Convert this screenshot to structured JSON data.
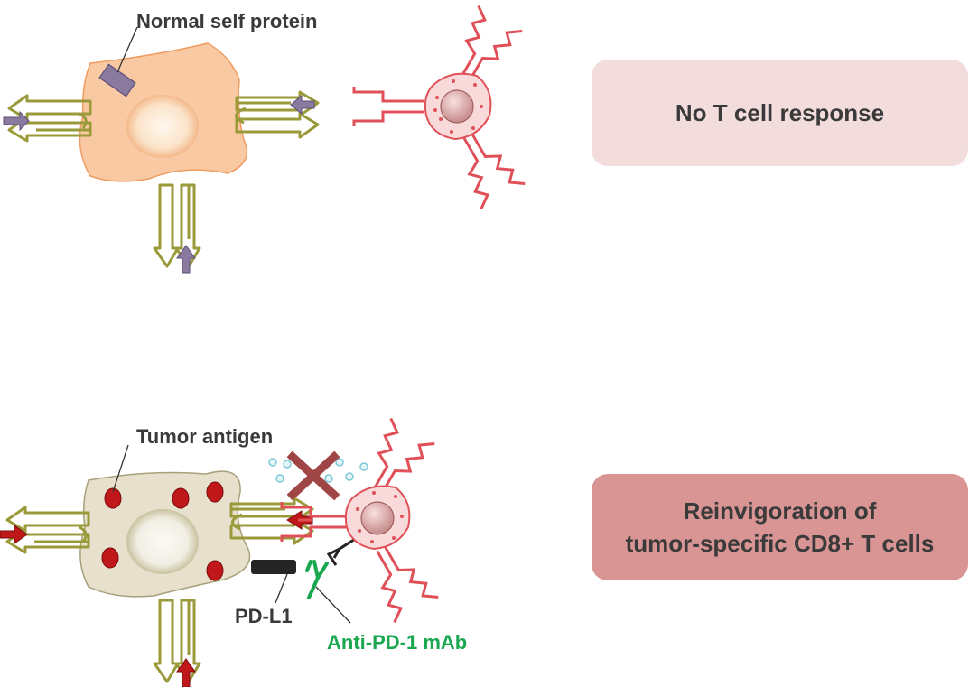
{
  "labels": {
    "normal_self_protein": "Normal self protein",
    "tumor_antigen": "Tumor antigen",
    "pd_l1": "PD-L1",
    "anti_pd1": "Anti-PD-1 mAb"
  },
  "outcomes": {
    "top": {
      "line1": "No T cell response"
    },
    "bottom": {
      "line1": "Reinvigoration of",
      "line2": "tumor-specific CD8+ T cells"
    }
  },
  "colors": {
    "normal_cell": "#f8c9a3",
    "tumor_cell": "#e6e0cc",
    "self_protein": "#8a7aa0",
    "tumor_antigen": "#c0181a",
    "mhc": "#9a9a3a",
    "tcell": "#e05058",
    "pd_l1": "#252525",
    "anti_pd1": "#19a850",
    "cytokine": "#7fc8d8",
    "inhibition_x": "#a04545",
    "box_top": "#f2dcdc",
    "box_bottom": "#d99494",
    "text": "#3a3a3a",
    "antibody_text": "#19a850"
  }
}
